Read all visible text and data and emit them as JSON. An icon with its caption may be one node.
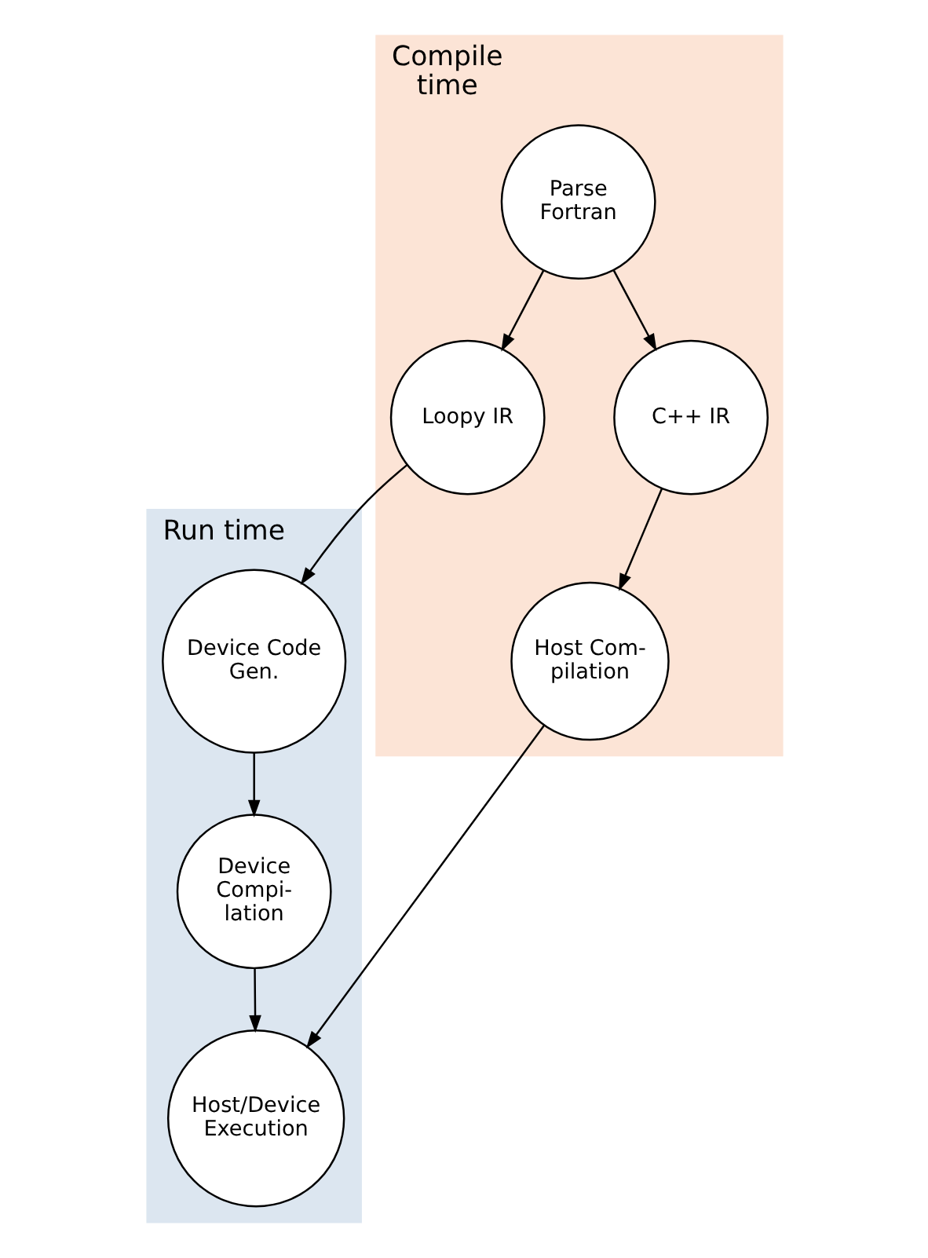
{
  "diagram": {
    "nodes": [
      {
        "text": [
          "Compile time"
        ]
      },
      {
        "text": [
          "Parse Fortran"
        ],
        "in": 0
      },
      {
        "text": [
          "Loopy IR"
        ],
        "in": 0
      },
      {
        "text": [
          "C++ IR"
        ],
        "in": 0
      },
      {
        "text": [
          "Host Com- pilation"
        ],
        "in": 0
      },
      {
        "text": [
          "Run time"
        ]
      },
      {
        "text": [
          "Device Compi- lation"
        ],
        "in": 5
      },
      {
        "text": [
          "Device Code Gen."
        ],
        "in": 5
      },
      {
        "text": [
          "Host/Device Execution"
        ],
        "in": 5
      }
    ],
    "edges": [
      {
        "from": 1,
        "to": 2,
        "arrow": "to"
      },
      {
        "from": 1,
        "to": 3,
        "arrow": "to"
      },
      {
        "from": 3,
        "to": 4,
        "arrow": "to"
      },
      {
        "from": 2,
        "to": 7,
        "arrow": "to"
      },
      {
        "from": 4,
        "to": 8,
        "arrow": "to"
      },
      {
        "from": 7,
        "to": 6,
        "arrow": "to"
      },
      {
        "from": 6,
        "to": 8,
        "arrow": "to"
      }
    ]
  }
}
